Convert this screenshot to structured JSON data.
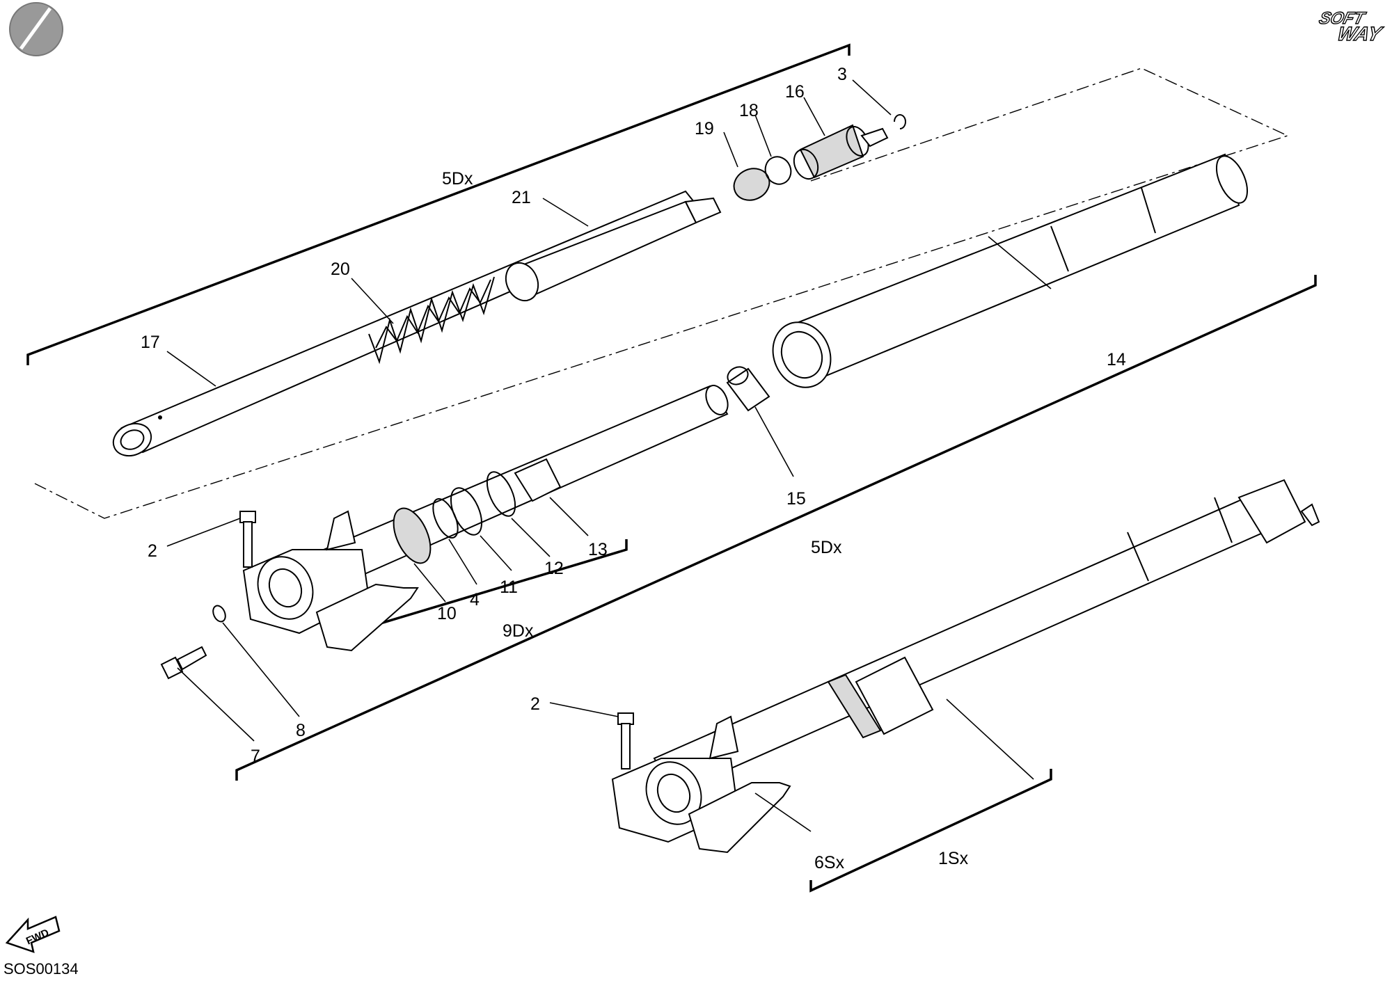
{
  "diagram": {
    "part_labels": [
      "17",
      "20",
      "21",
      "19",
      "18",
      "16",
      "3",
      "14",
      "15",
      "2",
      "10",
      "4",
      "11",
      "12",
      "13",
      "7",
      "8",
      "2",
      "6Sx",
      "1Sx"
    ],
    "group_labels": [
      "5Dx",
      "5Dx",
      "9Dx"
    ],
    "drawing_code": "SOS00134",
    "brand": {
      "line1": "SOFT",
      "line2": "WAY"
    },
    "direction_arrow": "FWD",
    "colors": {
      "ink": "#000000",
      "paper": "#ffffff",
      "shade": "#d9d9d9",
      "badge": "#999999"
    }
  }
}
